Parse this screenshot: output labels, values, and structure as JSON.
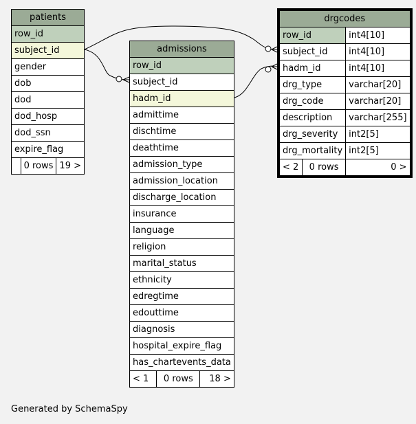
{
  "tables": {
    "patients": {
      "name": "patients",
      "columns": [
        "row_id",
        "subject_id",
        "gender",
        "dob",
        "dod",
        "dod_hosp",
        "dod_ssn",
        "expire_flag"
      ],
      "footer": {
        "left": "",
        "rows": "0 rows",
        "right": "19 >"
      }
    },
    "admissions": {
      "name": "admissions",
      "columns": [
        "row_id",
        "subject_id",
        "hadm_id",
        "admittime",
        "dischtime",
        "deathtime",
        "admission_type",
        "admission_location",
        "discharge_location",
        "insurance",
        "language",
        "religion",
        "marital_status",
        "ethnicity",
        "edregtime",
        "edouttime",
        "diagnosis",
        "hospital_expire_flag",
        "has_chartevents_data"
      ],
      "footer": {
        "left": "< 1",
        "rows": "0 rows",
        "right": "18 >"
      }
    },
    "drgcodes": {
      "name": "drgcodes",
      "columns": [
        {
          "name": "row_id",
          "type": "int4[10]"
        },
        {
          "name": "subject_id",
          "type": "int4[10]"
        },
        {
          "name": "hadm_id",
          "type": "int4[10]"
        },
        {
          "name": "drg_type",
          "type": "varchar[20]"
        },
        {
          "name": "drg_code",
          "type": "varchar[20]"
        },
        {
          "name": "description",
          "type": "varchar[255]"
        },
        {
          "name": "drg_severity",
          "type": "int2[5]"
        },
        {
          "name": "drg_mortality",
          "type": "int2[5]"
        }
      ],
      "footer": {
        "left": "< 2",
        "rows": "0 rows",
        "right": "0 >"
      }
    }
  },
  "footer_text": "Generated by SchemaSpy"
}
